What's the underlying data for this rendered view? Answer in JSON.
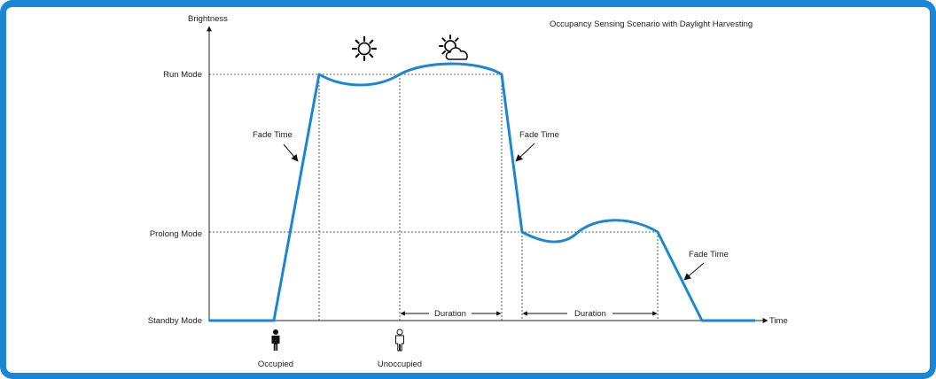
{
  "title": "Occupancy Sensing Scenario with Daylight Harvesting",
  "y_axis_label": "Brightness",
  "x_axis_label": "Time",
  "levels": {
    "run": "Run Mode",
    "prolong": "Prolong Mode",
    "standby": "Standby Mode"
  },
  "annotations": {
    "fade_1": "Fade Time",
    "fade_2": "Fade Time",
    "fade_3": "Fade Time",
    "duration_1": "Duration",
    "duration_2": "Duration"
  },
  "people": {
    "occupied": "Occupied",
    "unoccupied": "Unoccupied"
  },
  "icons": {
    "sun": "sun-icon",
    "partly_cloudy": "partly-cloudy-icon",
    "person_filled": "person-icon",
    "person_outline": "person-outline-icon"
  },
  "colors": {
    "frame": "#1c86d6",
    "curve": "#1c86d6",
    "axis": "#222222",
    "guide": "#333333"
  }
}
